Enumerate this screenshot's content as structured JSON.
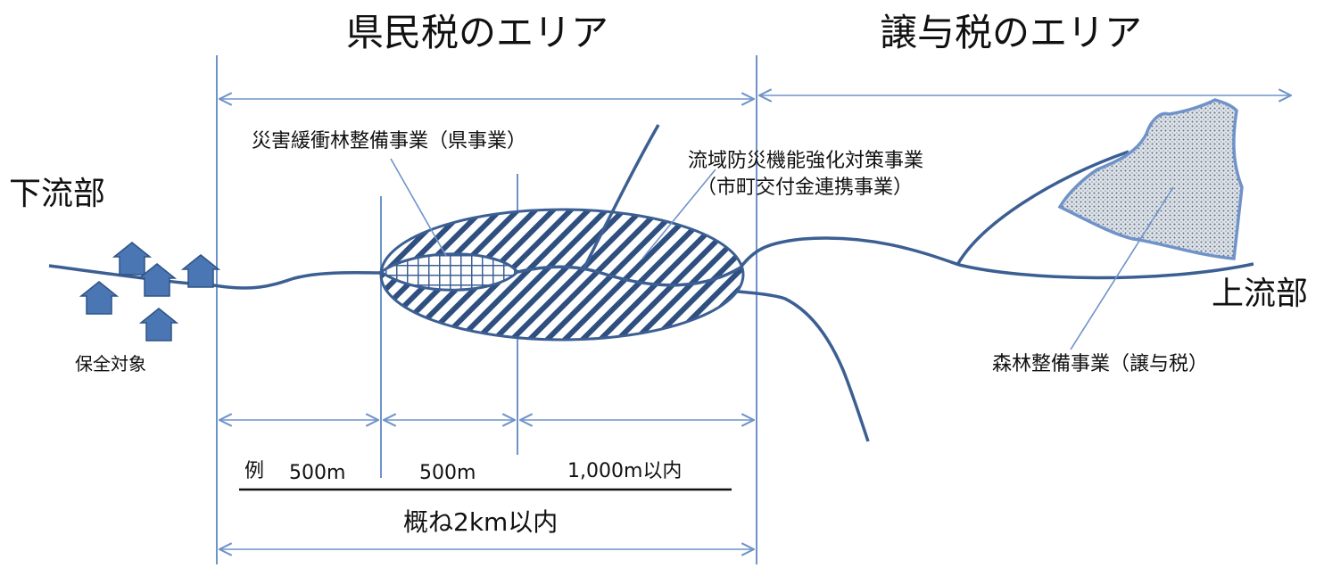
{
  "headings": {
    "prefecture_area": "県民税のエリア",
    "transfer_area": "譲与税のエリア"
  },
  "labels": {
    "downstream": "下流部",
    "upstream": "上流部",
    "protected": "保全対象",
    "buffer_forest": "災害緩衝林整備事業（県事業）",
    "basin_line1": "流域防災機能強化対策事業",
    "basin_line2": "（市町交付金連携事業）",
    "forest_project": "森林整備事業（譲与税）"
  },
  "distances": {
    "example": "例",
    "seg1": "500m",
    "seg2": "500m",
    "seg3": "1,000m以内",
    "total": "概ね2km以内"
  },
  "colors": {
    "line": "#3c5f93",
    "house_fill": "#4a77b4",
    "house_stroke": "#2e5386",
    "dotted_fill": "#cfd6df",
    "dotted_border": "#6f93c9"
  }
}
